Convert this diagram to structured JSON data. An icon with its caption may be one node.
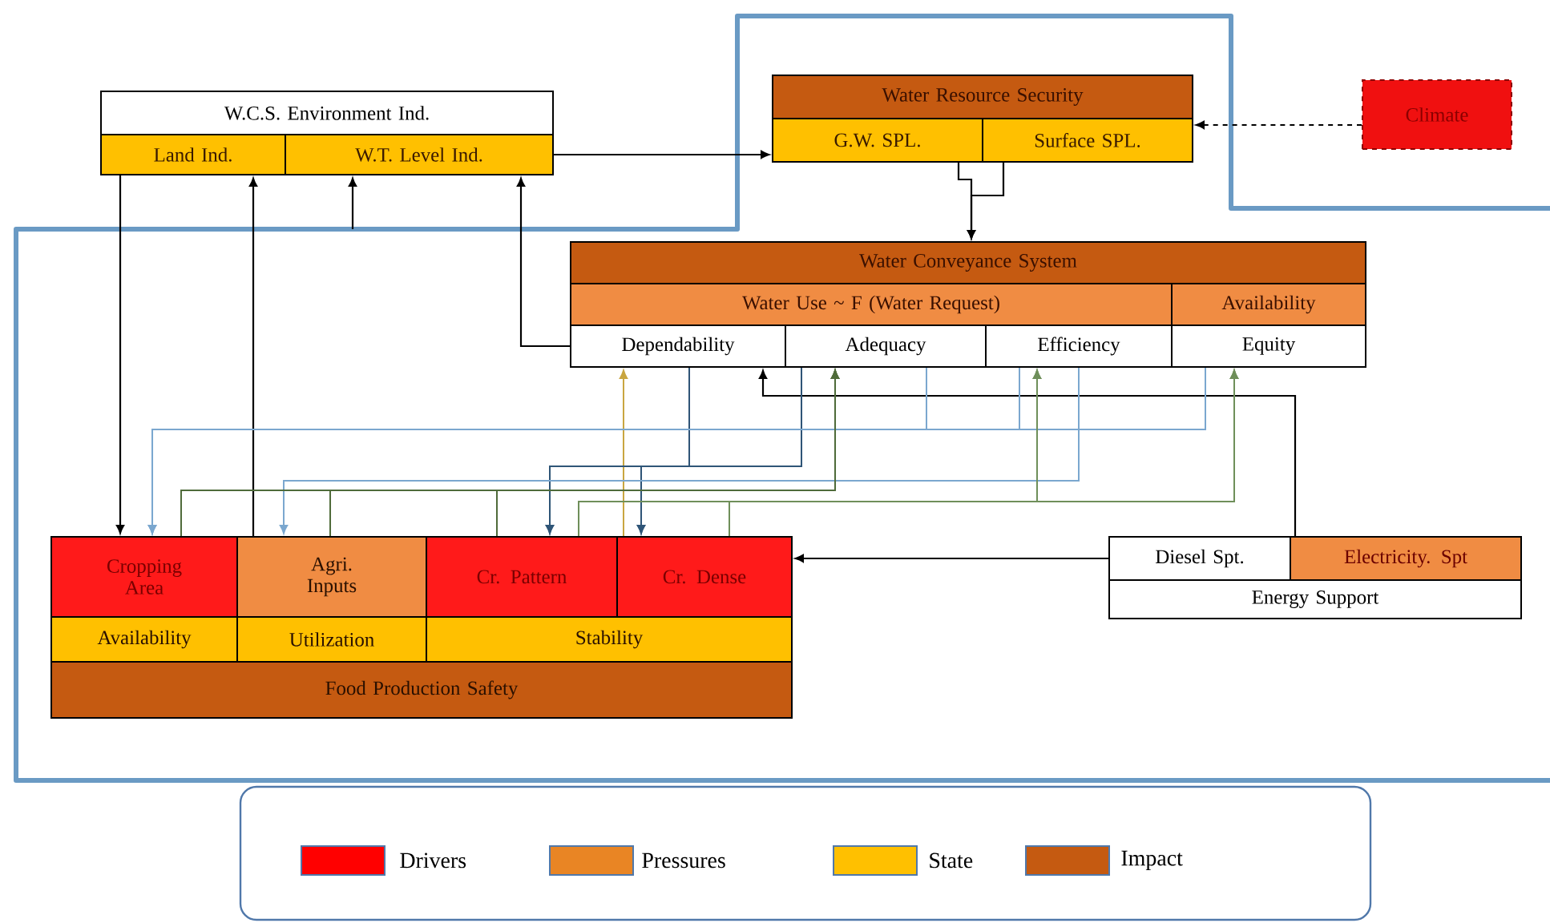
{
  "diagram": {
    "nodes": [
      {
        "text": [
          "W.C.S. Environment Ind."
        ]
      },
      {
        "text": [
          "Land Ind."
        ]
      },
      {
        "text": [
          "W.T. Level Ind."
        ]
      },
      {
        "text": [
          "Water Resource Security"
        ]
      },
      {
        "text": [
          "G.W. SPL."
        ]
      },
      {
        "text": [
          "Surface SPL."
        ]
      },
      {
        "text": [
          "Climate"
        ]
      },
      {
        "text": [
          "Water Conveyance System"
        ]
      },
      {
        "text": [
          "Water Use ~ F (Water Request)"
        ]
      },
      {
        "text": [
          "Availability"
        ]
      },
      {
        "text": [
          "Dependability"
        ]
      },
      {
        "text": [
          "Adequacy"
        ]
      },
      {
        "text": [
          "Efficiency"
        ]
      },
      {
        "text": [
          "Equity"
        ]
      },
      {
        "text": [
          "Cropping Area"
        ]
      },
      {
        "text": [
          "Agri. Inputs"
        ]
      },
      {
        "text": [
          "Cr. Pattern"
        ]
      },
      {
        "text": [
          "Cr. Dense"
        ]
      },
      {
        "text": [
          "Availability"
        ]
      },
      {
        "text": [
          "Utilization"
        ]
      },
      {
        "text": [
          "Stability"
        ]
      },
      {
        "text": [
          "Food Production Safety"
        ]
      },
      {
        "text": [
          "Diesel Spt."
        ]
      },
      {
        "text": [
          "Electricity. Spt"
        ]
      },
      {
        "text": [
          "Energy Support"
        ]
      }
    ],
    "edges": [
      {
        "from": 1,
        "to": 14,
        "arrow": "to"
      },
      {
        "from": 15,
        "to": 1,
        "arrow": "to"
      },
      {
        "from": null,
        "to": 2,
        "arrow": "to"
      },
      {
        "from": 10,
        "to": 2,
        "arrow": "to"
      },
      {
        "from": 2,
        "to": 4,
        "arrow": "to"
      },
      {
        "from": 6,
        "to": 5,
        "arrow": "to",
        "style": "dashed"
      },
      {
        "from": 4,
        "to": 7,
        "arrow": "to"
      },
      {
        "from": 5,
        "to": 7,
        "arrow": "to"
      },
      {
        "from": 22,
        "to": 17,
        "arrow": "to"
      },
      {
        "from": 23,
        "to": 10,
        "arrow": "to"
      },
      {
        "from": 17,
        "to": 10,
        "arrow": "to",
        "color": "#c9a640"
      },
      {
        "from": 10,
        "to": 16,
        "arrow": "to",
        "color": "#2f5577"
      },
      {
        "from": 10,
        "to": 17,
        "arrow": "to",
        "color": "#2f5577"
      },
      {
        "from": 11,
        "to": 16,
        "arrow": "to",
        "color": "#2f5577"
      },
      {
        "from": 11,
        "to": 17,
        "arrow": "to",
        "color": "#2f5577"
      },
      {
        "from": 11,
        "to": 14,
        "arrow": "to",
        "color": "#7ba7cf"
      },
      {
        "from": 12,
        "to": 14,
        "arrow": "to",
        "color": "#7ba7cf"
      },
      {
        "from": 13,
        "to": 14,
        "arrow": "to",
        "color": "#7ba7cf"
      },
      {
        "from": 12,
        "to": 15,
        "arrow": "to",
        "color": "#7ba7cf"
      },
      {
        "from": 14,
        "to": 11,
        "arrow": "to",
        "color": "#4f6b3a"
      },
      {
        "from": 15,
        "to": 11,
        "arrow": "to",
        "color": "#4f6b3a"
      },
      {
        "from": 16,
        "to": 11,
        "arrow": "to",
        "color": "#4f6b3a"
      },
      {
        "from": 16,
        "to": 12,
        "arrow": "to",
        "color": "#6f8f5a"
      },
      {
        "from": 16,
        "to": 13,
        "arrow": "to",
        "color": "#6f8f5a"
      },
      {
        "from": 17,
        "to": 12,
        "arrow": "to",
        "color": "#6f8f5a"
      },
      {
        "from": 17,
        "to": 13,
        "arrow": "to",
        "color": "#6f8f5a"
      }
    ],
    "legend": [
      {
        "text": "Drivers",
        "color": "#ff0000"
      },
      {
        "text": "Pressures",
        "color": "#e98524"
      },
      {
        "text": "State",
        "color": "#ffc000"
      },
      {
        "text": "Impact",
        "color": "#c55a11"
      }
    ]
  }
}
